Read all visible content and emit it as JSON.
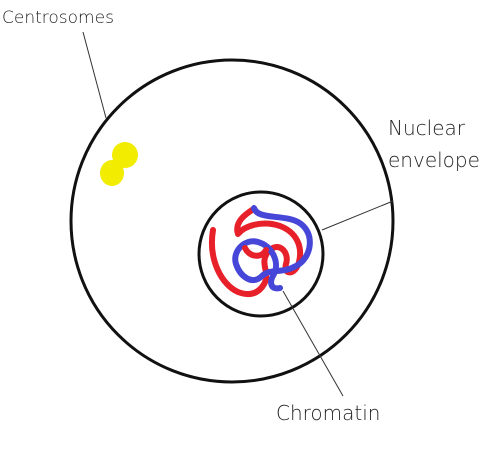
{
  "labels": {
    "centrosomes": "Centrosomes",
    "nuclear_line1": "Nuclear",
    "nuclear_line2": "envelope",
    "chromatin": "Chromatin"
  },
  "colors": {
    "outline": "#111111",
    "centrosome": "#f2ec00",
    "chromatin_red": "#e8202a",
    "chromatin_blue": "#4646d8",
    "text": "#222222"
  }
}
